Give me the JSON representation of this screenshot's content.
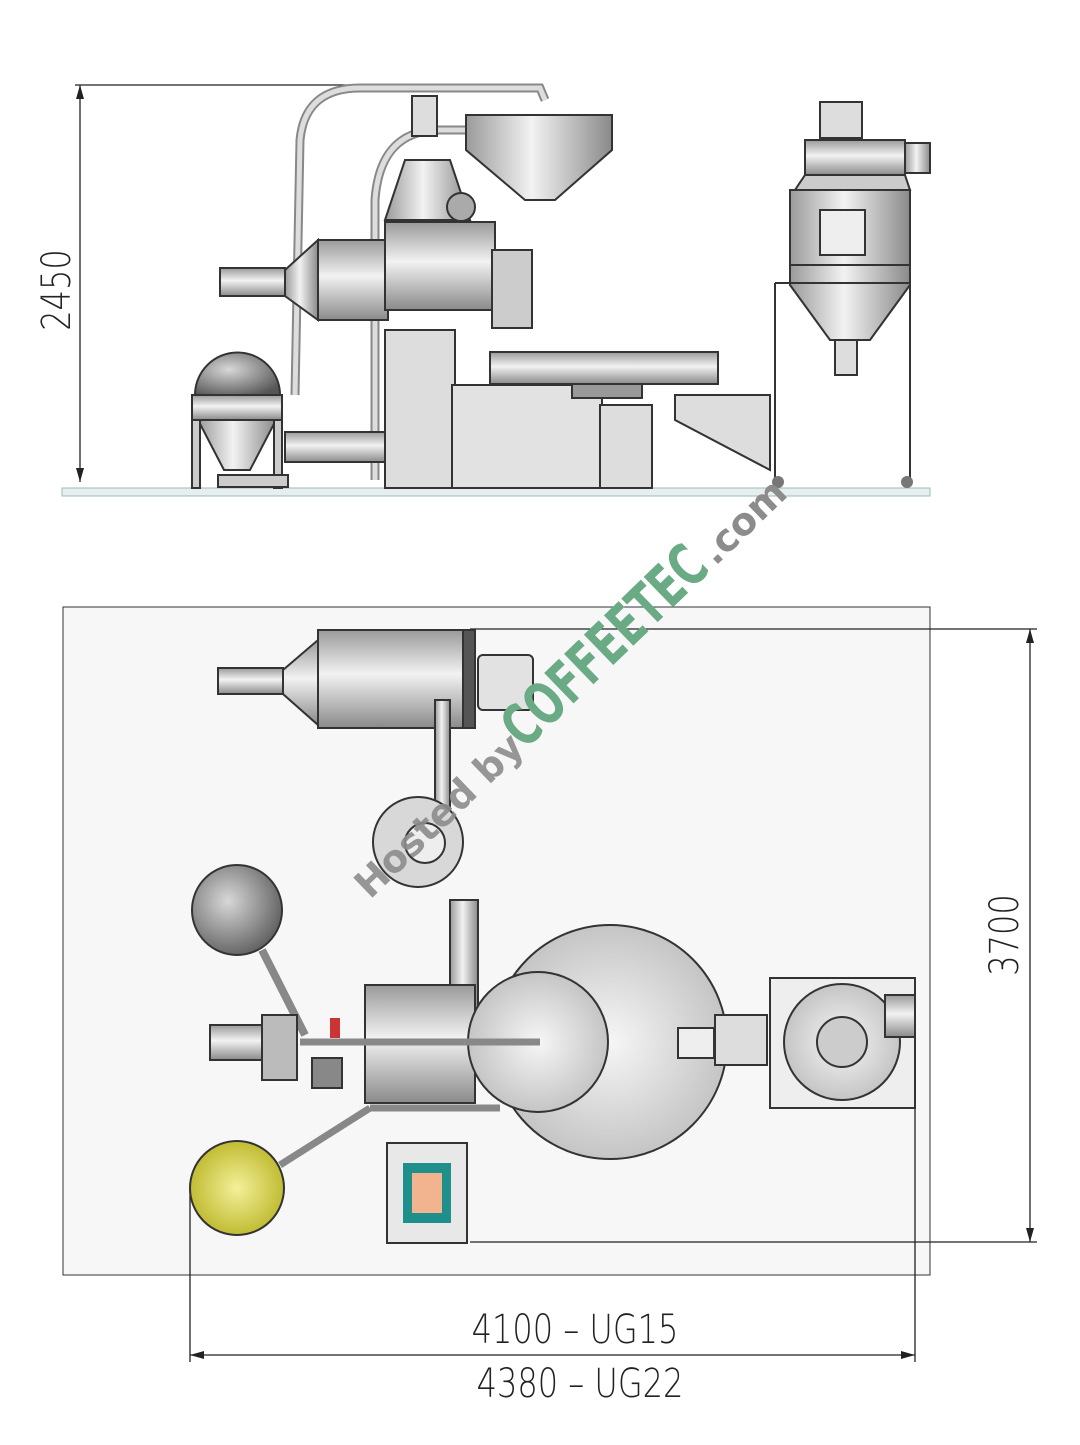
{
  "dimensions": {
    "height": "2450",
    "depth": "3700",
    "width_ug15": "4100 – UG15",
    "width_ug22": "4380 – UG22"
  },
  "watermark": {
    "prefix": "Hosted by",
    "brand": "COFFEETEC",
    "suffix": ".com",
    "brand_color": "#6aab86",
    "prefix_color": "#8c8c8c"
  },
  "colors": {
    "floor": "#f7f7f7",
    "metal": "#c8c8c8",
    "cooling_cone": "#d6d23a",
    "panel_frame": "#1e8f8a",
    "panel_screen": "#f2b48f"
  }
}
